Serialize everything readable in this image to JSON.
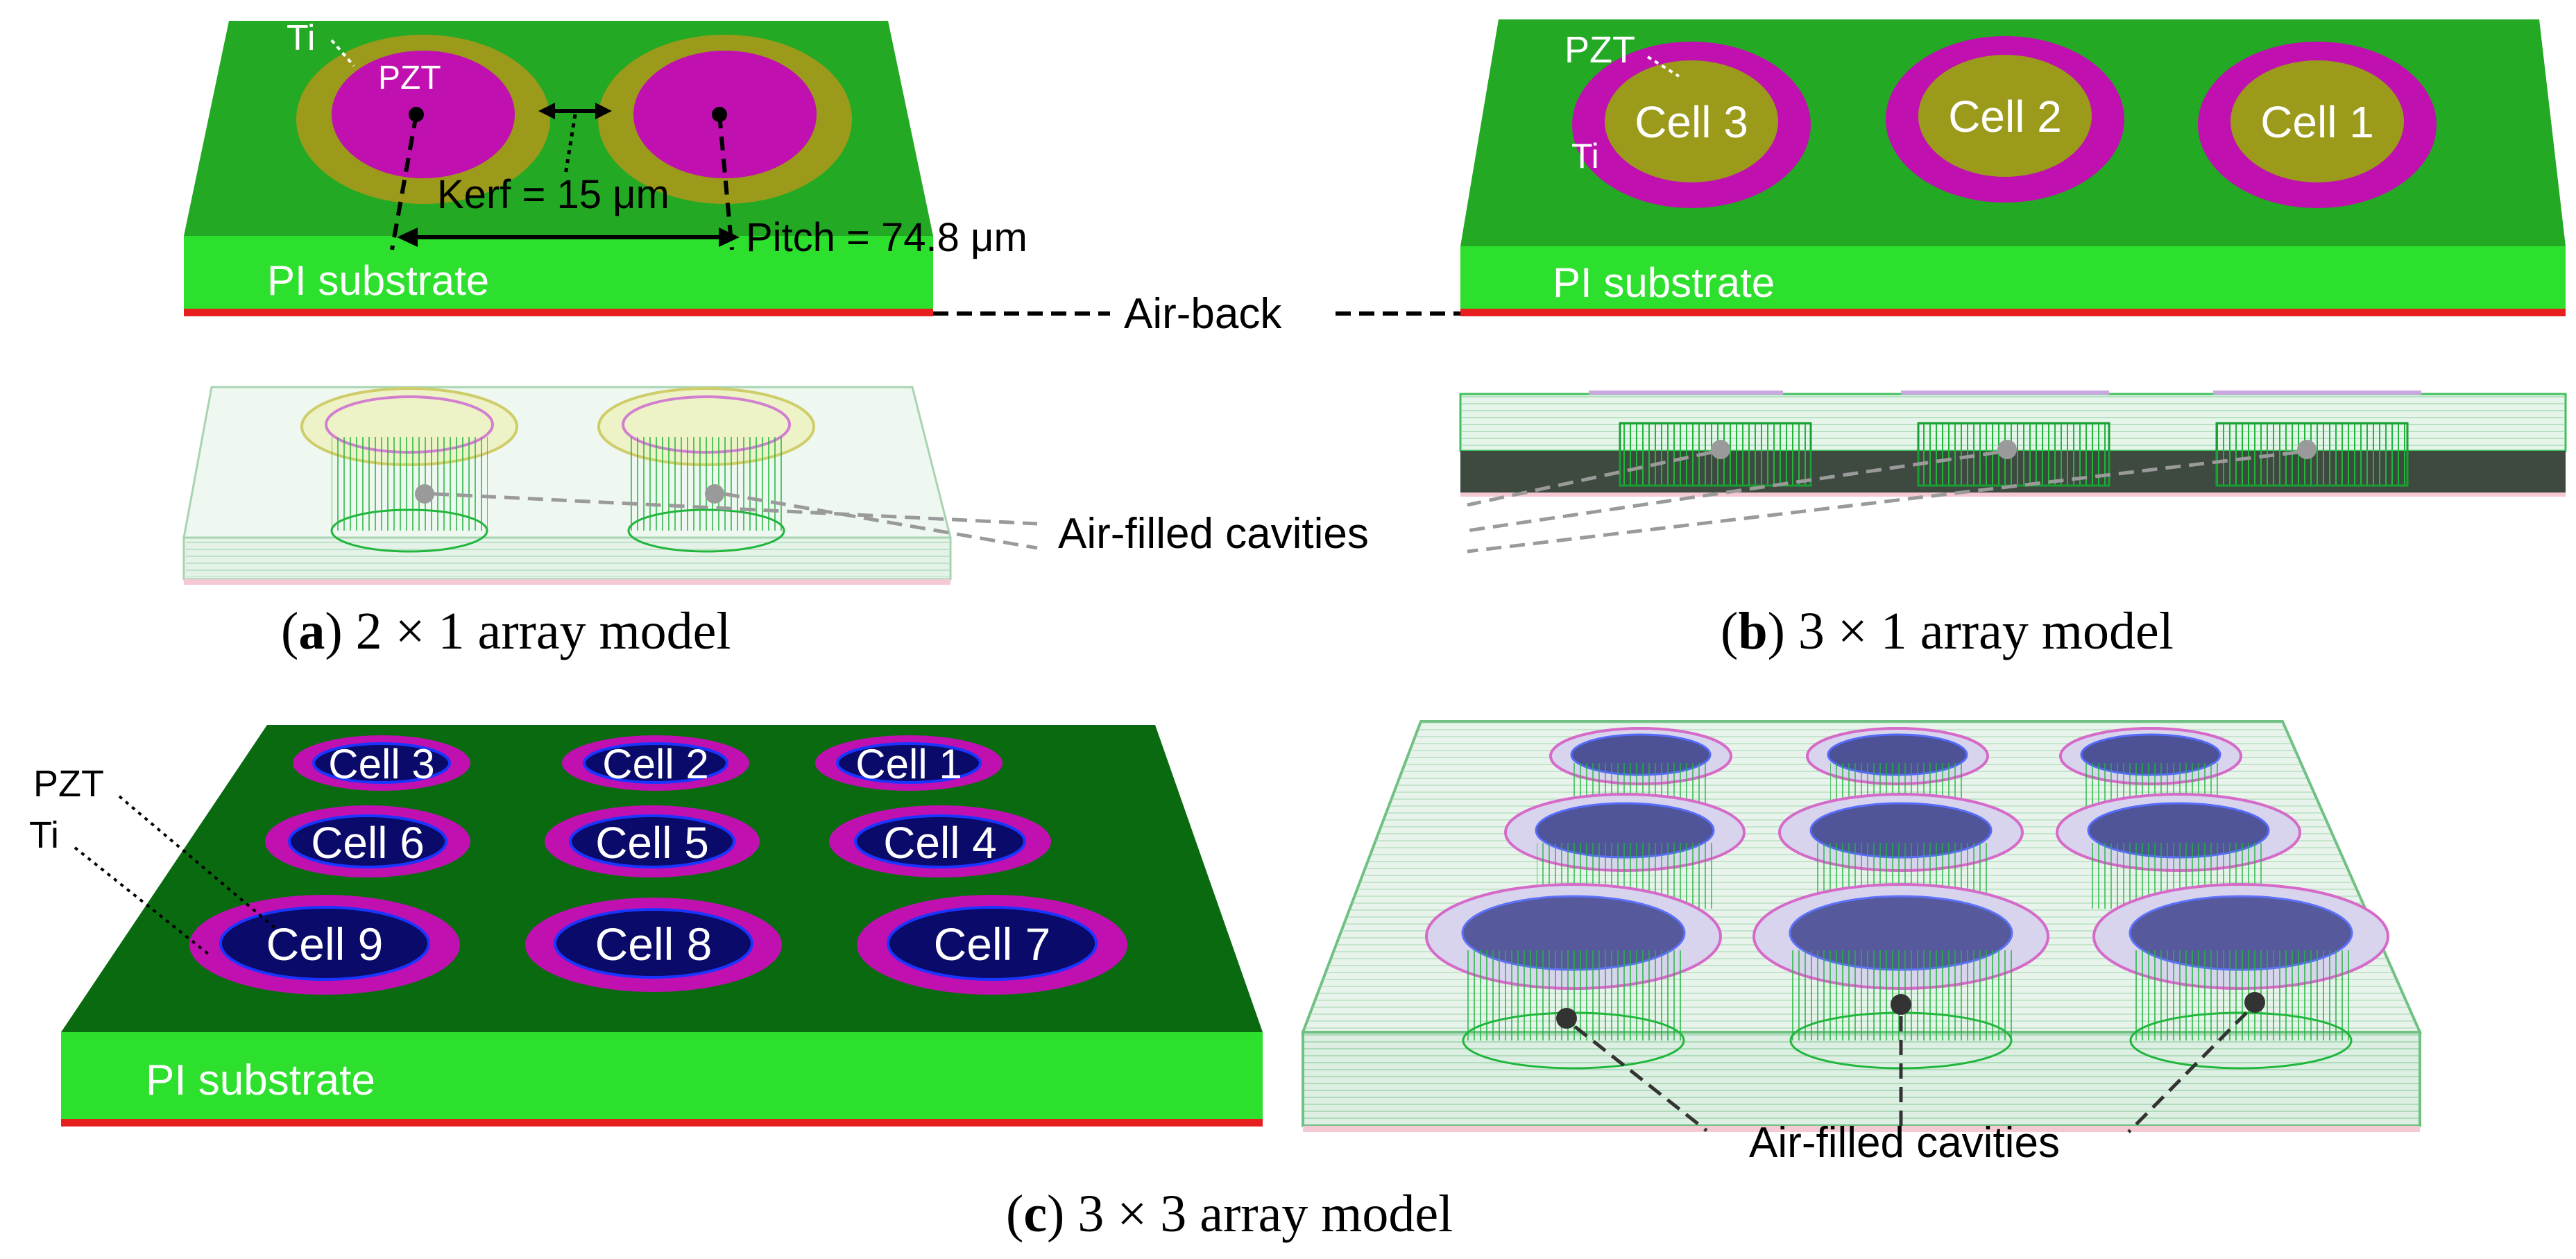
{
  "colors": {
    "pi_top_a": "#23a923",
    "pi_side": "#2de02d",
    "pi_top_c": "#0a6a10",
    "airback": "#e81f1f",
    "pzt": "#c010b0",
    "ti": "#9b9a1b",
    "electrode_c": "#0a0a6a",
    "ring_blue": "#1a35ff",
    "ghost_fill": "#e6f3e9",
    "ghost_edge": "#86c896",
    "mesh_green": "#20b63c",
    "leader": "#9a9a9a"
  },
  "panel_a": {
    "label_ti": "Ti",
    "label_pzt": "PZT",
    "label_kerf": "Kerf = 15 μm",
    "label_pitch": "Pitch = 74.8 μm",
    "label_substrate": "PI substrate",
    "label_cavities": "Air-filled cavities",
    "caption_letter": "a",
    "caption_text": " 2 × 1 array model"
  },
  "panel_b": {
    "label_pzt": "PZT",
    "label_ti": "Ti",
    "cells": [
      "Cell 3",
      "Cell 2",
      "Cell 1"
    ],
    "label_substrate": "PI substrate",
    "caption_letter": "b",
    "caption_text": " 3 × 1 array model"
  },
  "shared": {
    "label_airback": "Air-back"
  },
  "panel_c": {
    "label_pzt": "PZT",
    "label_ti": "Ti",
    "cells_row1": [
      "Cell 3",
      "Cell 2",
      "Cell 1"
    ],
    "cells_row2": [
      "Cell 6",
      "Cell 5",
      "Cell 4"
    ],
    "cells_row3": [
      "Cell 9",
      "Cell 8",
      "Cell 7"
    ],
    "label_substrate": "PI substrate",
    "label_cavities": "Air-filled cavities",
    "caption_letter": "c",
    "caption_text": " 3 × 3 array model"
  }
}
